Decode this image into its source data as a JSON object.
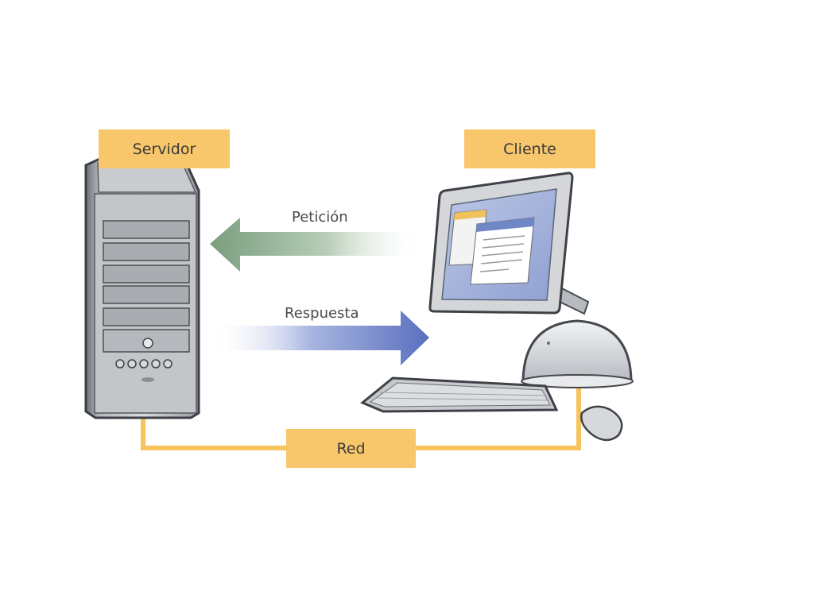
{
  "nodes": {
    "server_label": "Servidor",
    "client_label": "Cliente",
    "network_label": "Red"
  },
  "arrows": {
    "request_label": "Petición",
    "response_label": "Respuesta"
  },
  "icons": {
    "server": "server-tower-icon",
    "monitor": "monitor-icon",
    "computer_base": "dome-computer-icon",
    "keyboard": "keyboard-icon",
    "mouse": "mouse-icon"
  },
  "colors": {
    "label_background": "#f8c66b",
    "network_line": "#f6c35e",
    "request_arrow": "#7a9e7e",
    "response_arrow": "#5a6fbf"
  }
}
